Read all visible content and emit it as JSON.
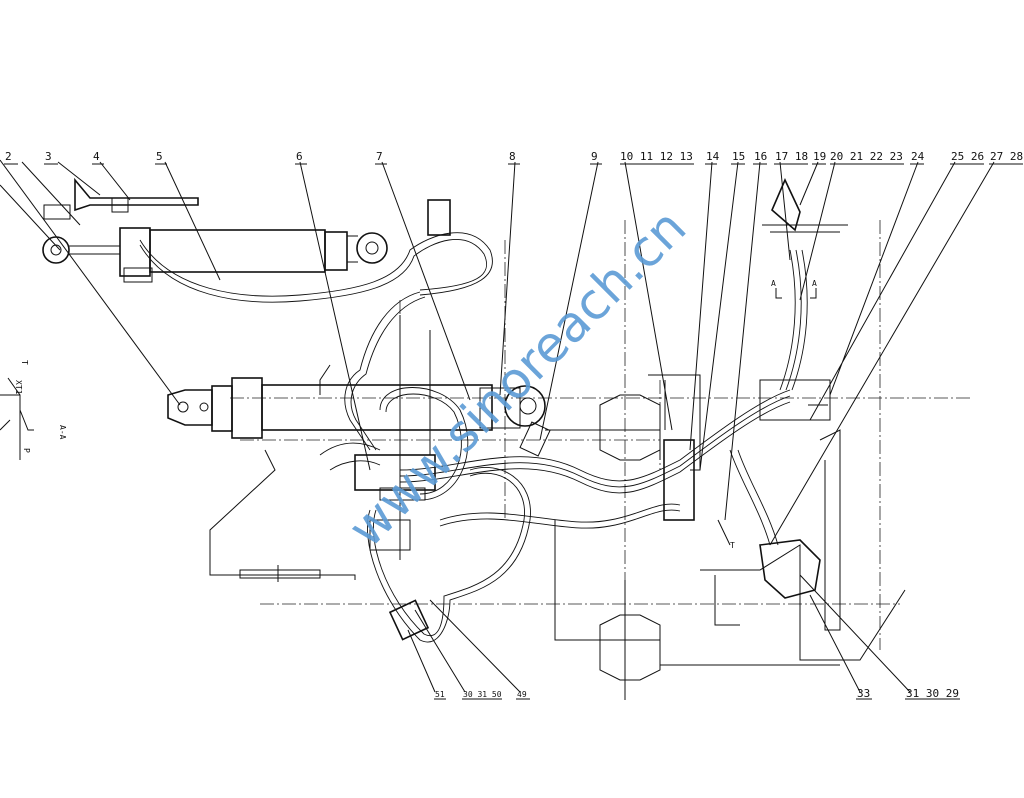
{
  "drawing": {
    "top_labels": [
      "2",
      "3",
      "4",
      "5",
      "6",
      "7",
      "8",
      "9",
      "10 11 12 13",
      "14",
      "15",
      "16",
      "17 18",
      "19",
      "20 21 22 23",
      "24",
      "25 26",
      "27 28"
    ],
    "bottom_labels": [
      "51",
      "30 31 50",
      "49",
      "33",
      "31 30 29"
    ],
    "section_label": "A-A",
    "side_labels": [
      "T",
      "XT1",
      "P"
    ],
    "view_marks": [
      "A",
      "A"
    ],
    "port_label": "T"
  },
  "watermark": "www.sinoreach.cn",
  "colors": {
    "line": "#111111",
    "watermark": "#5b9bd5"
  }
}
